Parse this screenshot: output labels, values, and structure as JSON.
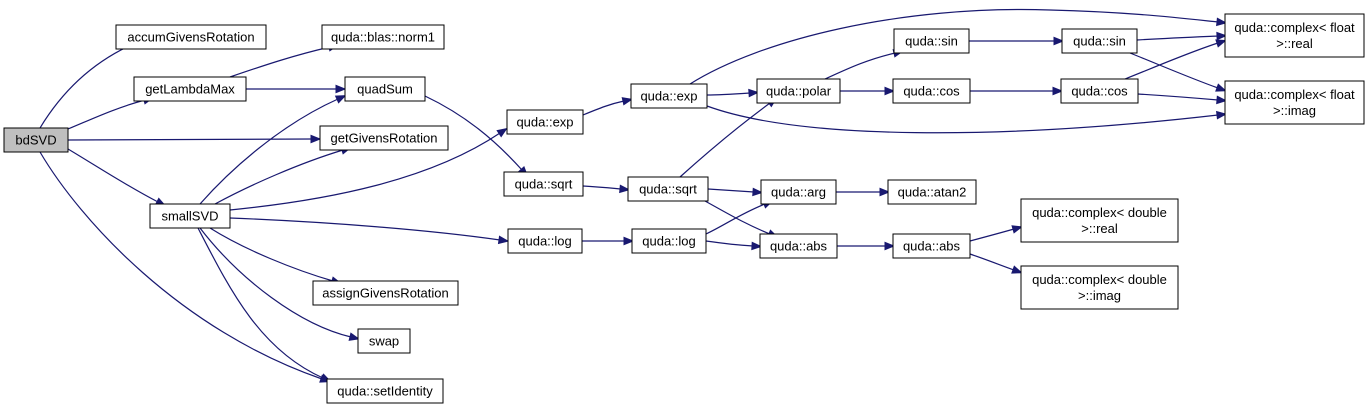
{
  "colors": {
    "edge": "#191970",
    "node_border": "#000000",
    "node_fill": "#ffffff",
    "root_fill": "#bfbfbf"
  },
  "nodes": {
    "bdSVD": {
      "lines": [
        "bdSVD"
      ],
      "root": true
    },
    "accumGivensRotation": {
      "lines": [
        "accumGivensRotation"
      ]
    },
    "getLambdaMax": {
      "lines": [
        "getLambdaMax"
      ]
    },
    "smallSVD": {
      "lines": [
        "smallSVD"
      ]
    },
    "quda_blas_norm1": {
      "lines": [
        "quda::blas::norm1"
      ]
    },
    "quadSum": {
      "lines": [
        "quadSum"
      ]
    },
    "getGivensRotation": {
      "lines": [
        "getGivensRotation"
      ]
    },
    "assignGivensRotation": {
      "lines": [
        "assignGivensRotation"
      ]
    },
    "swap": {
      "lines": [
        "swap"
      ]
    },
    "quda_setIdentity": {
      "lines": [
        "quda::setIdentity"
      ]
    },
    "quda_exp_1": {
      "lines": [
        "quda::exp"
      ]
    },
    "quda_sqrt_1": {
      "lines": [
        "quda::sqrt"
      ]
    },
    "quda_log_1": {
      "lines": [
        "quda::log"
      ]
    },
    "quda_exp_2": {
      "lines": [
        "quda::exp"
      ]
    },
    "quda_sqrt_2": {
      "lines": [
        "quda::sqrt"
      ]
    },
    "quda_log_2": {
      "lines": [
        "quda::log"
      ]
    },
    "quda_polar": {
      "lines": [
        "quda::polar"
      ]
    },
    "quda_arg": {
      "lines": [
        "quda::arg"
      ]
    },
    "quda_abs_1": {
      "lines": [
        "quda::abs"
      ]
    },
    "quda_sin_1": {
      "lines": [
        "quda::sin"
      ]
    },
    "quda_cos_1": {
      "lines": [
        "quda::cos"
      ]
    },
    "quda_atan2": {
      "lines": [
        "quda::atan2"
      ]
    },
    "quda_abs_2": {
      "lines": [
        "quda::abs"
      ]
    },
    "quda_sin_2": {
      "lines": [
        "quda::sin"
      ]
    },
    "quda_cos_2": {
      "lines": [
        "quda::cos"
      ]
    },
    "complex_float_real": {
      "lines": [
        "quda::complex< float",
        ">::real"
      ]
    },
    "complex_float_imag": {
      "lines": [
        "quda::complex< float",
        ">::imag"
      ]
    },
    "complex_double_real": {
      "lines": [
        "quda::complex< double",
        ">::real"
      ]
    },
    "complex_double_imag": {
      "lines": [
        "quda::complex< double",
        ">::imag"
      ]
    }
  },
  "edges": [
    [
      "bdSVD",
      "accumGivensRotation"
    ],
    [
      "bdSVD",
      "getLambdaMax"
    ],
    [
      "bdSVD",
      "getGivensRotation"
    ],
    [
      "bdSVD",
      "smallSVD"
    ],
    [
      "bdSVD",
      "quda_setIdentity"
    ],
    [
      "getLambdaMax",
      "quda_blas_norm1"
    ],
    [
      "getLambdaMax",
      "quadSum"
    ],
    [
      "quadSum",
      "quda_sqrt_1"
    ],
    [
      "smallSVD",
      "quadSum"
    ],
    [
      "smallSVD",
      "getGivensRotation"
    ],
    [
      "smallSVD",
      "quda_exp_1"
    ],
    [
      "smallSVD",
      "quda_log_1"
    ],
    [
      "smallSVD",
      "assignGivensRotation"
    ],
    [
      "smallSVD",
      "swap"
    ],
    [
      "smallSVD",
      "quda_setIdentity"
    ],
    [
      "quda_exp_1",
      "quda_exp_2"
    ],
    [
      "quda_sqrt_1",
      "quda_sqrt_2"
    ],
    [
      "quda_log_1",
      "quda_log_2"
    ],
    [
      "quda_exp_2",
      "quda_polar"
    ],
    [
      "quda_exp_2",
      "complex_float_real"
    ],
    [
      "quda_exp_2",
      "complex_float_imag"
    ],
    [
      "quda_sqrt_2",
      "quda_polar"
    ],
    [
      "quda_sqrt_2",
      "quda_arg"
    ],
    [
      "quda_sqrt_2",
      "quda_abs_1"
    ],
    [
      "quda_log_2",
      "quda_arg"
    ],
    [
      "quda_log_2",
      "quda_abs_1"
    ],
    [
      "quda_polar",
      "quda_sin_1"
    ],
    [
      "quda_polar",
      "quda_cos_1"
    ],
    [
      "quda_sin_1",
      "quda_sin_2"
    ],
    [
      "quda_cos_1",
      "quda_cos_2"
    ],
    [
      "quda_sin_2",
      "complex_float_real"
    ],
    [
      "quda_sin_2",
      "complex_float_imag"
    ],
    [
      "quda_cos_2",
      "complex_float_real"
    ],
    [
      "quda_cos_2",
      "complex_float_imag"
    ],
    [
      "quda_arg",
      "quda_atan2"
    ],
    [
      "quda_abs_1",
      "quda_abs_2"
    ],
    [
      "quda_abs_2",
      "complex_double_real"
    ],
    [
      "quda_abs_2",
      "complex_double_imag"
    ]
  ]
}
